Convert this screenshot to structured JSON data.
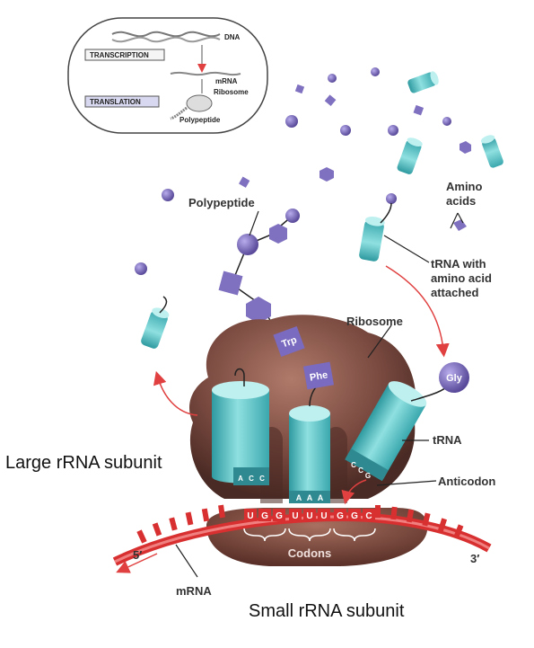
{
  "inset": {
    "transcription_label": "TRANSCRIPTION",
    "translation_label": "TRANSLATION",
    "dna_label": "DNA",
    "mrna_label": "mRNA",
    "ribosome_label": "Ribosome",
    "polypeptide_label": "Polypeptide"
  },
  "labels": {
    "polypeptide": "Polypeptide",
    "amino_acids_line1": "Amino",
    "amino_acids_line2": "acids",
    "trna_attached_line1": "tRNA with",
    "trna_attached_line2": "amino acid",
    "trna_attached_line3": "attached",
    "ribosome": "Ribosome",
    "trna": "tRNA",
    "anticodon": "Anticodon",
    "codons": "Codons",
    "mrna": "mRNA",
    "five_prime": "5′",
    "three_prime": "3′",
    "large_subunit": "Large rRNA subunit",
    "small_subunit": "Small rRNA subunit"
  },
  "amino_tags": {
    "trp": "Trp",
    "phe": "Phe",
    "gly": "Gly"
  },
  "anticodons": {
    "left": [
      "A",
      "C",
      "C"
    ],
    "middle": [
      "A",
      "A",
      "A"
    ],
    "right": [
      "C",
      "C",
      "G"
    ]
  },
  "codon_bases": [
    "U",
    "G",
    "G",
    "U",
    "U",
    "U",
    "G",
    "G",
    "C"
  ],
  "colors": {
    "ribosome": "#7a4a40",
    "trna": "#5ec8c8",
    "amino_acid": "#8878c8",
    "mrna": "#d83030",
    "arrow": "#e04040"
  }
}
